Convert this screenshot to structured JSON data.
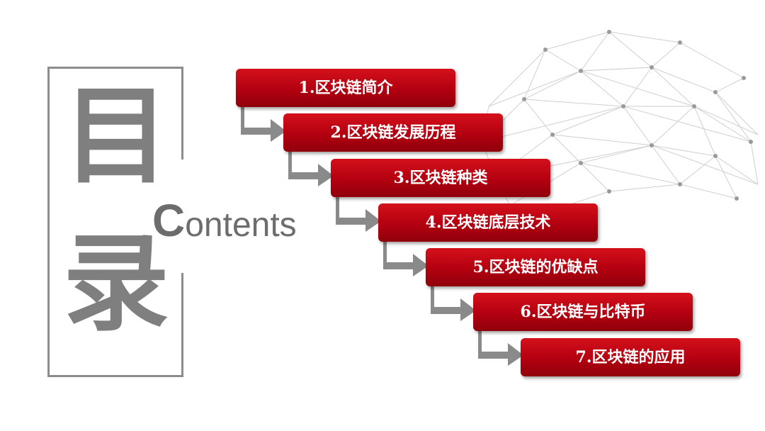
{
  "title": {
    "char1": "目",
    "char2": "录",
    "contents_first": "C",
    "contents_rest": "ontents"
  },
  "menu": {
    "items": [
      {
        "label": "1.区块链简介"
      },
      {
        "label": "2.区块链发展历程"
      },
      {
        "label": "3.区块链种类"
      },
      {
        "label": "4.区块链底层技术"
      },
      {
        "label": "5.区块链的优缺点"
      },
      {
        "label": "6.区块链与比特币"
      },
      {
        "label": "7.区块链的应用"
      }
    ]
  },
  "colors": {
    "accent": "#c00010",
    "frame": "#8c8c8c",
    "title_text": "#7f7f7f",
    "connector": "#8a8a8a",
    "globe": "#c8c8c8"
  },
  "icons": {
    "connector": "elbow-arrow-icon",
    "decoration": "network-globe-icon"
  }
}
